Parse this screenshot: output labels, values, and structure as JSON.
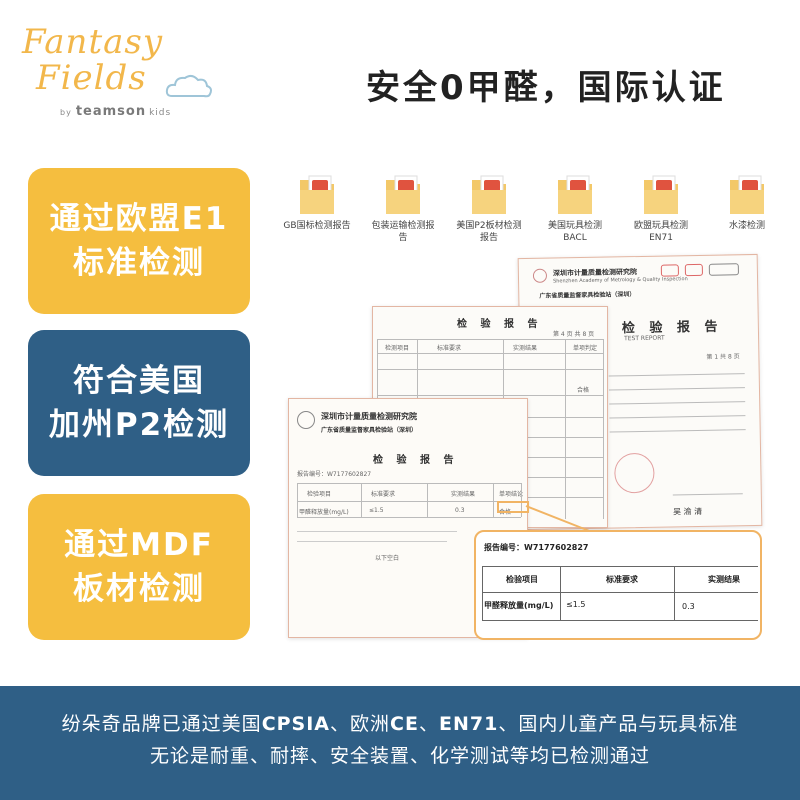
{
  "logo": {
    "line1": "Fantasy",
    "line2": "Fields",
    "by": "by",
    "brand": "teamson",
    "kids": "kids"
  },
  "headline": "安全0甲醛，国际认证",
  "badges": [
    {
      "line1": "通过欧盟E1",
      "line2": "标准检测"
    },
    {
      "line1": "符合美国",
      "line2": "加州P2检测"
    },
    {
      "line1": "通过MDF",
      "line2": "板材检测"
    }
  ],
  "folders": [
    {
      "label": "GB国标检测报告"
    },
    {
      "label": "包装运输检测报\n告"
    },
    {
      "label": "美国P2板材检测\n报告"
    },
    {
      "label": "美国玩具检测\nBACL"
    },
    {
      "label": "欧盟玩具检测\nEN71"
    },
    {
      "label": "水漆检测"
    }
  ],
  "docs": {
    "back_institute": "深圳市计量质量检测研究院",
    "back_institute_en": "Shenzhen Academy of Metrology & Quality Inspection",
    "back_center": "广东省质量监督家具检验站（深圳）",
    "back_title": "检 验 报 告",
    "back_title_en": "TEST REPORT",
    "back_page": "第 1 共 8 页",
    "back_signature": "吴 渝 清",
    "mid_title": "检 验 报 告",
    "mid_page": "第 4 页 共 8 页",
    "mid_col1": "检测项目",
    "mid_col2": "标准要求",
    "mid_col3": "实测结果",
    "mid_col4": "单项判定",
    "mid_result": "合格",
    "front_institute": "深圳市计量质量检测研究院",
    "front_center": "广东省质量监督家具检验站（深圳）",
    "front_title": "检 验 报 告",
    "front_report_no": "报告编号：W7177602827",
    "front_col1": "检验项目",
    "front_col2": "标准要求",
    "front_col3": "实测结果",
    "front_col4": "单项结论",
    "front_row_item": "甲醛释放量(mg/L)",
    "front_row_req": "≤1.5",
    "front_row_val": "0.3",
    "front_row_result": "合格",
    "front_note": "以下空白"
  },
  "zoom": {
    "report_no": "报告编号：W7177602827",
    "col1": "检验项目",
    "col2": "标准要求",
    "col3": "实测结果",
    "row_item": "甲醛释放量(mg/L)",
    "row_req": "≤1.5",
    "row_val": "0.3"
  },
  "banner": {
    "l1_a": "纷朵奇品牌已通过美国",
    "l1_b": "CPSIA",
    "l1_c": "、欧洲",
    "l1_d": "CE",
    "l1_e": "、",
    "l1_f": "EN71",
    "l1_g": "、国内儿童产品与玩具标准",
    "line2": "无论是耐重、耐摔、安全装置、化学测试等均已检测通过"
  },
  "colors": {
    "accent_yellow": "#f5be3f",
    "accent_blue": "#2f5f86",
    "logo_yellow": "#f2b74b",
    "callout_orange": "#f1b464"
  }
}
